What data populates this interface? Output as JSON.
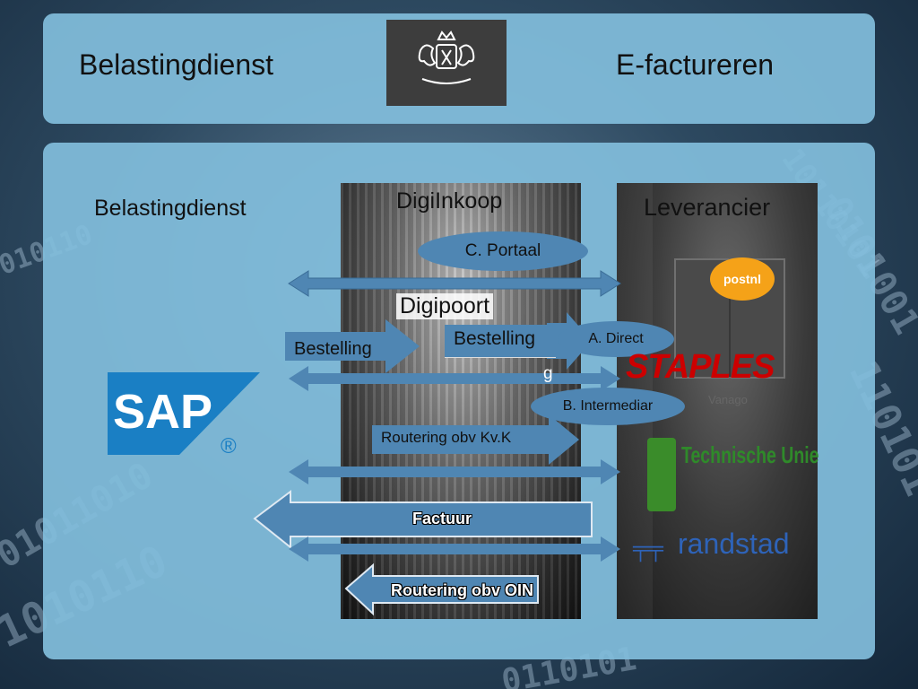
{
  "header": {
    "left_title": "Belastingdienst",
    "right_title": "E-factureren",
    "logo_icon": "coat-of-arms-icon"
  },
  "columns": {
    "left": "Belastingdienst",
    "middle": "DigiInkoop",
    "right": "Leverancier"
  },
  "channels": {
    "portaal": "C. Portaal",
    "direct": "A. Direct",
    "intermediar": "B. Intermediar"
  },
  "flow": {
    "digipoort": "Digipoort",
    "bestelling_left": "Bestelling",
    "bestelling_right": "Bestelling",
    "routering_kvk": "Routering obv Kv.K",
    "factuur": "Factuur",
    "routering_oin": "Routering obv OIN",
    "fragment": "g"
  },
  "logos": {
    "sap": "SAP",
    "sap_mark": "®",
    "postnl": "postnl",
    "staples": "STAPLES",
    "staples_sub": "Vanago",
    "technische_unie": "Technische Unie",
    "randstad": "randstad"
  },
  "colors": {
    "panel": "#82bedc",
    "arrow_blue": "#4f86b3",
    "sap_blue": "#1a7fc4",
    "staples_red": "#cc0000",
    "postnl_orange": "#f5a218",
    "tu_green": "#2f8a2a",
    "randstad_blue": "#2e63b8"
  }
}
